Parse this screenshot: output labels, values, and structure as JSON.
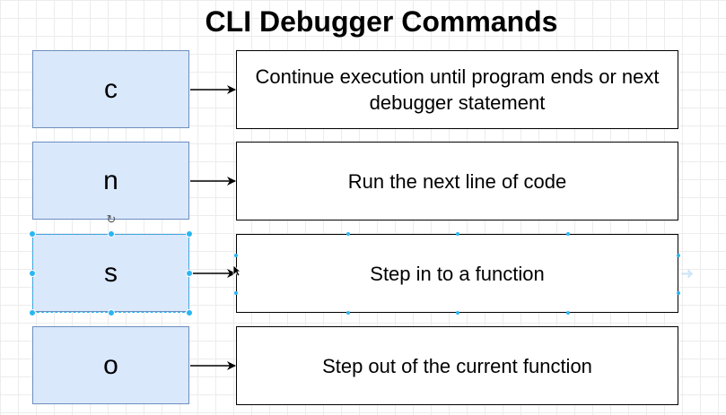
{
  "title": "CLI Debugger Commands",
  "commands": [
    {
      "key": "c",
      "description": "Continue execution until program ends or next debugger statement"
    },
    {
      "key": "n",
      "description": "Run the next line of code"
    },
    {
      "key": "s",
      "description": "Step in to a function"
    },
    {
      "key": "o",
      "description": "Step out of the current function"
    }
  ],
  "selected_command": "s",
  "icons": {
    "rotate": "rotate-icon",
    "connector_hint": "arrow-right-icon",
    "pointer": "cursor-icon"
  },
  "colors": {
    "command_fill": "#dae8fc",
    "command_border": "#6c8ebf",
    "selection": "#29b6f2",
    "description_border": "#000000",
    "grid": "#ececec"
  }
}
